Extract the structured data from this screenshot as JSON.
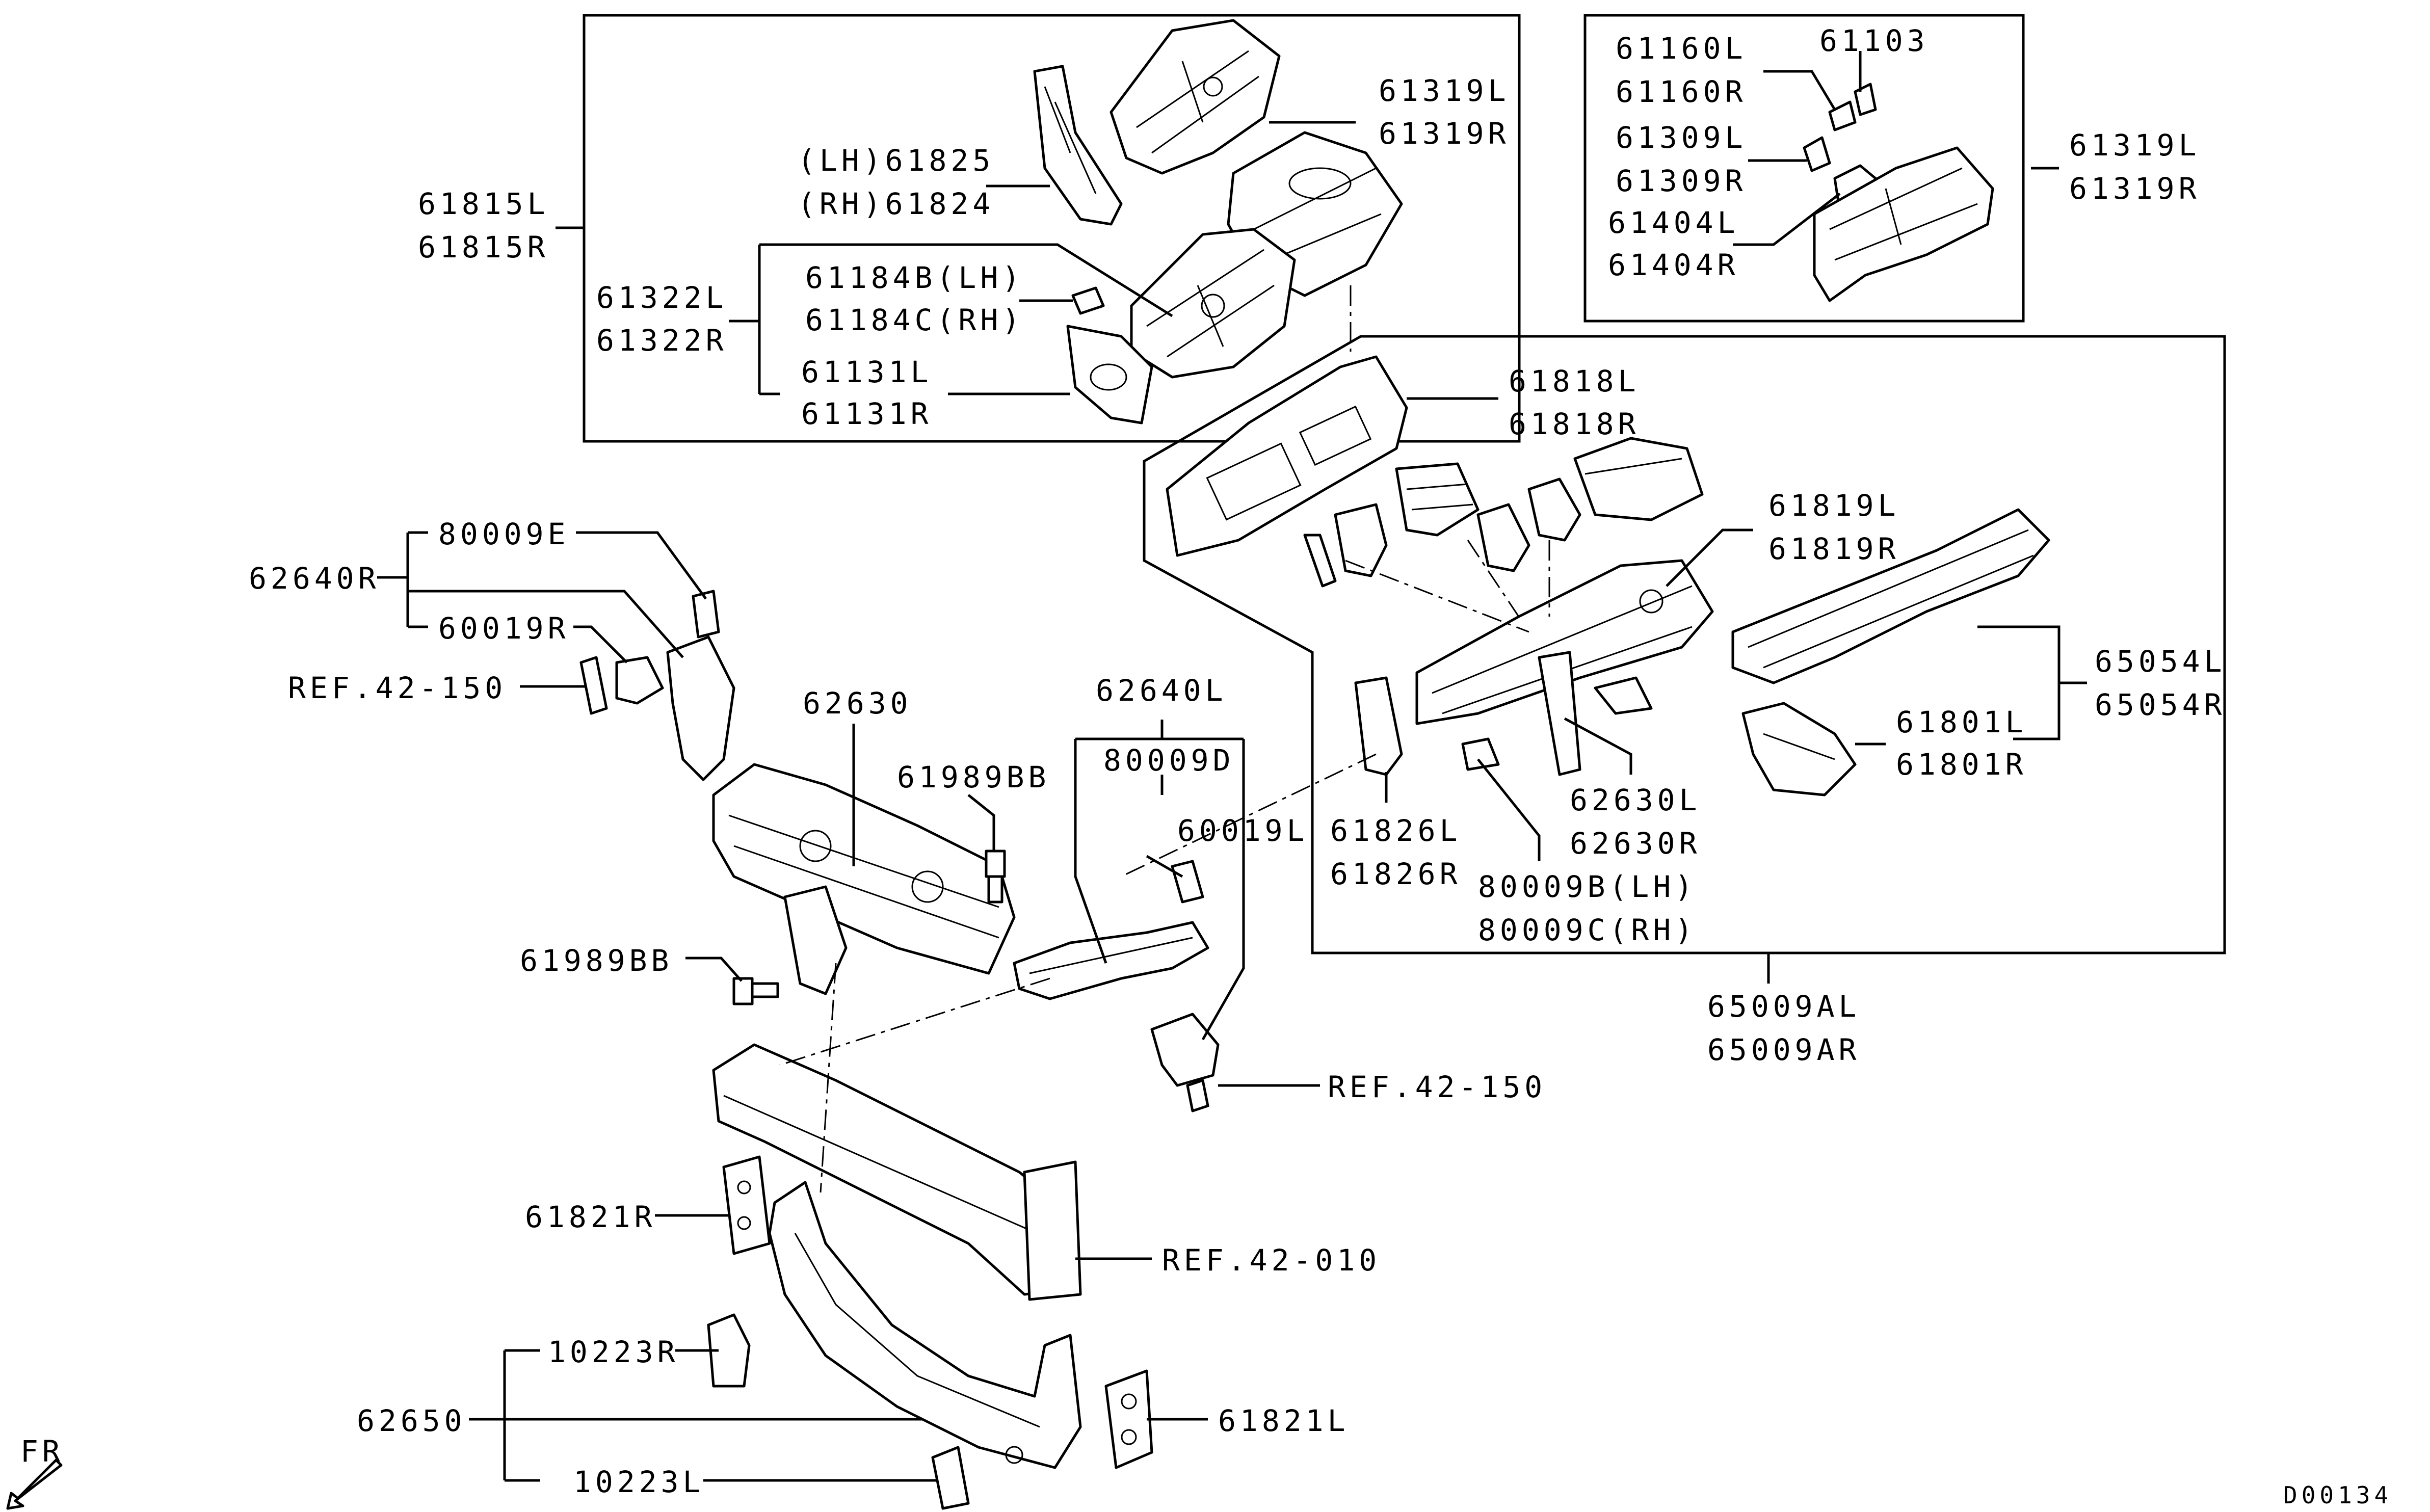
{
  "labels": {
    "p61815": [
      "61815L",
      "61815R"
    ],
    "p61825": [
      "(LH)61825",
      "(RH)61824"
    ],
    "p61319_top": [
      "61319L",
      "61319R"
    ],
    "p61322": [
      "61322L",
      "61322R"
    ],
    "p61184": [
      "61184B(LH)",
      "61184C(RH)"
    ],
    "p61131": [
      "61131L",
      "61131R"
    ],
    "p61160": [
      "61160L",
      "61160R"
    ],
    "p61103": "61103",
    "p61309": [
      "61309L",
      "61309R"
    ],
    "p61404": [
      "61404L",
      "61404R"
    ],
    "p61319_right": [
      "61319L",
      "61319R"
    ],
    "p61818": [
      "61818L",
      "61818R"
    ],
    "p61819": [
      "61819L",
      "61819R"
    ],
    "p65054": [
      "65054L",
      "65054R"
    ],
    "p61801": [
      "61801L",
      "61801R"
    ],
    "p62630LR": [
      "62630L",
      "62630R"
    ],
    "p80009BC": [
      "80009B(LH)",
      "80009C(RH)"
    ],
    "p61826": [
      "61826L",
      "61826R"
    ],
    "p65009": [
      "65009AL",
      "65009AR"
    ],
    "p62640R": "62640R",
    "p80009E": "80009E",
    "p60019R": "60019R",
    "ref_42_150_a": "REF.42-150",
    "p62630": "62630",
    "p61989BB_a": "61989BB",
    "p61989BB_b": "61989BB",
    "p62640L": "62640L",
    "p80009D": "80009D",
    "p60019L": "60019L",
    "ref_42_150_b": "REF.42-150",
    "p61821R": "61821R",
    "ref_42_010": "REF.42-010",
    "p10223R": "10223R",
    "p62650": "62650",
    "p10223L": "10223L",
    "p61821L": "61821L",
    "fr": "FR",
    "diagram_code": "D00134"
  }
}
